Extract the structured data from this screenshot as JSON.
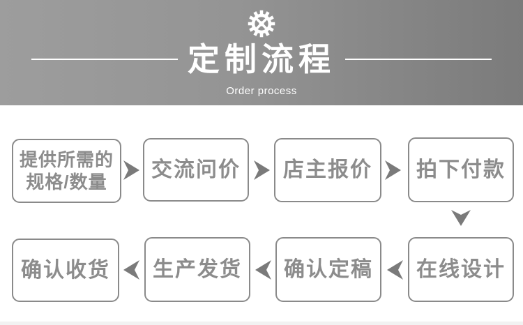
{
  "header": {
    "icon": "gear-icon",
    "title": "定制流程",
    "subtitle": "Order process",
    "colors": {
      "gradient_left": "#9d9d9d",
      "gradient_right": "#7b7b7b",
      "text": "#ffffff"
    }
  },
  "process": {
    "steps": [
      {
        "label": "提供所需的规格/数量",
        "line1": "提供所需的",
        "line2": "规格/数量"
      },
      {
        "label": "交流问价"
      },
      {
        "label": "店主报价"
      },
      {
        "label": "拍下付款"
      },
      {
        "label": "在线设计"
      },
      {
        "label": "确认定稿"
      },
      {
        "label": "生产发货"
      },
      {
        "label": "确认收货"
      }
    ],
    "flow_note": "steps 1-4 left to right on top row, then down, steps 5-8 right to left on bottom row",
    "colors": {
      "box_border": "#8a8a8a",
      "box_text": "#8c8c8c",
      "arrow": "#7a7a7a"
    }
  },
  "footer": {
    "strip_color": "#f2f2f2"
  }
}
